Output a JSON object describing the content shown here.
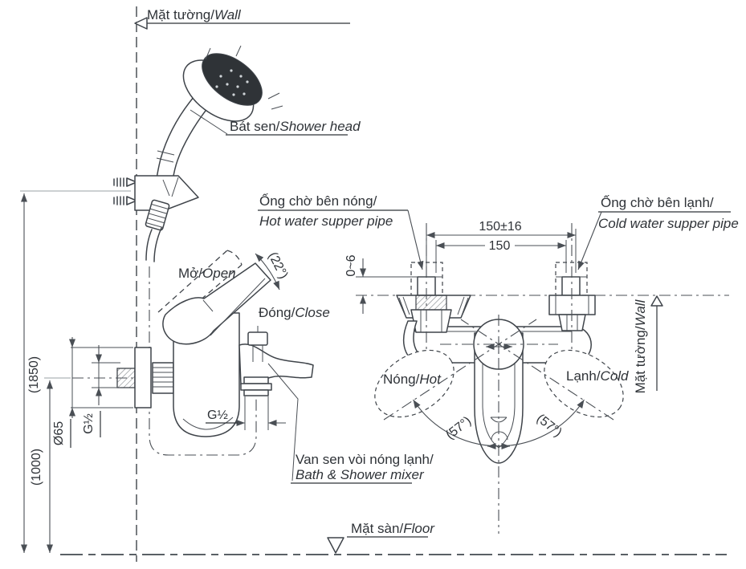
{
  "labels": {
    "wall_top": {
      "vi": "Mặt tường/",
      "en": "Wall"
    },
    "shower_head": {
      "vi": "Bát sen/",
      "en": "Shower head"
    },
    "hot_pipe": {
      "vi": "Ống chờ bên nóng/",
      "en": "Hot water supper pipe"
    },
    "cold_pipe": {
      "vi": "Ống chờ bên lạnh/",
      "en": "Cold water supper pipe"
    },
    "open": {
      "vi": "Mở/",
      "en": "Open"
    },
    "close": {
      "vi": "Đóng/",
      "en": "Close"
    },
    "mixer": {
      "vi": "Van sen vòi nóng lạnh/",
      "en": "Bath & Shower mixer"
    },
    "floor": {
      "vi": "Mặt sàn/",
      "en": "Floor"
    },
    "hot": {
      "vi": "Nóng/",
      "en": "Hot"
    },
    "cold": {
      "vi": "Lạnh/",
      "en": "Cold"
    },
    "wall_right": {
      "vi": "Mặt tường/",
      "en": "Wall"
    }
  },
  "dims": {
    "height_shower": "(1850)",
    "height_mixer": "(1000)",
    "flange_dia": "Ø65",
    "inlet_thread": "G½",
    "outlet_thread": "G½",
    "pipe_distance_tol": "150±16",
    "pipe_distance": "150",
    "protrusion": "0~6",
    "open_angle": "(22°)",
    "swing_left": "(57°)",
    "swing_right": "(57°)"
  },
  "colors": {
    "line": "#3f444a",
    "dimension": "#4a4f55",
    "extension": "#9aa0a6",
    "spray_face": "#2f3337"
  }
}
